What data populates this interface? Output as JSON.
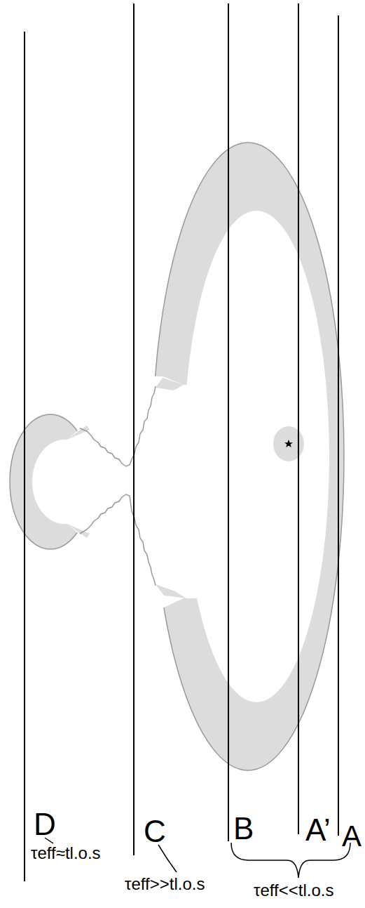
{
  "diagram": {
    "labels": [
      "D",
      "τeff≈tl.o.s",
      "C",
      "τeff>>tl.o.s",
      "B",
      "A’",
      "A",
      "τeff<<tl.o.s"
    ]
  }
}
